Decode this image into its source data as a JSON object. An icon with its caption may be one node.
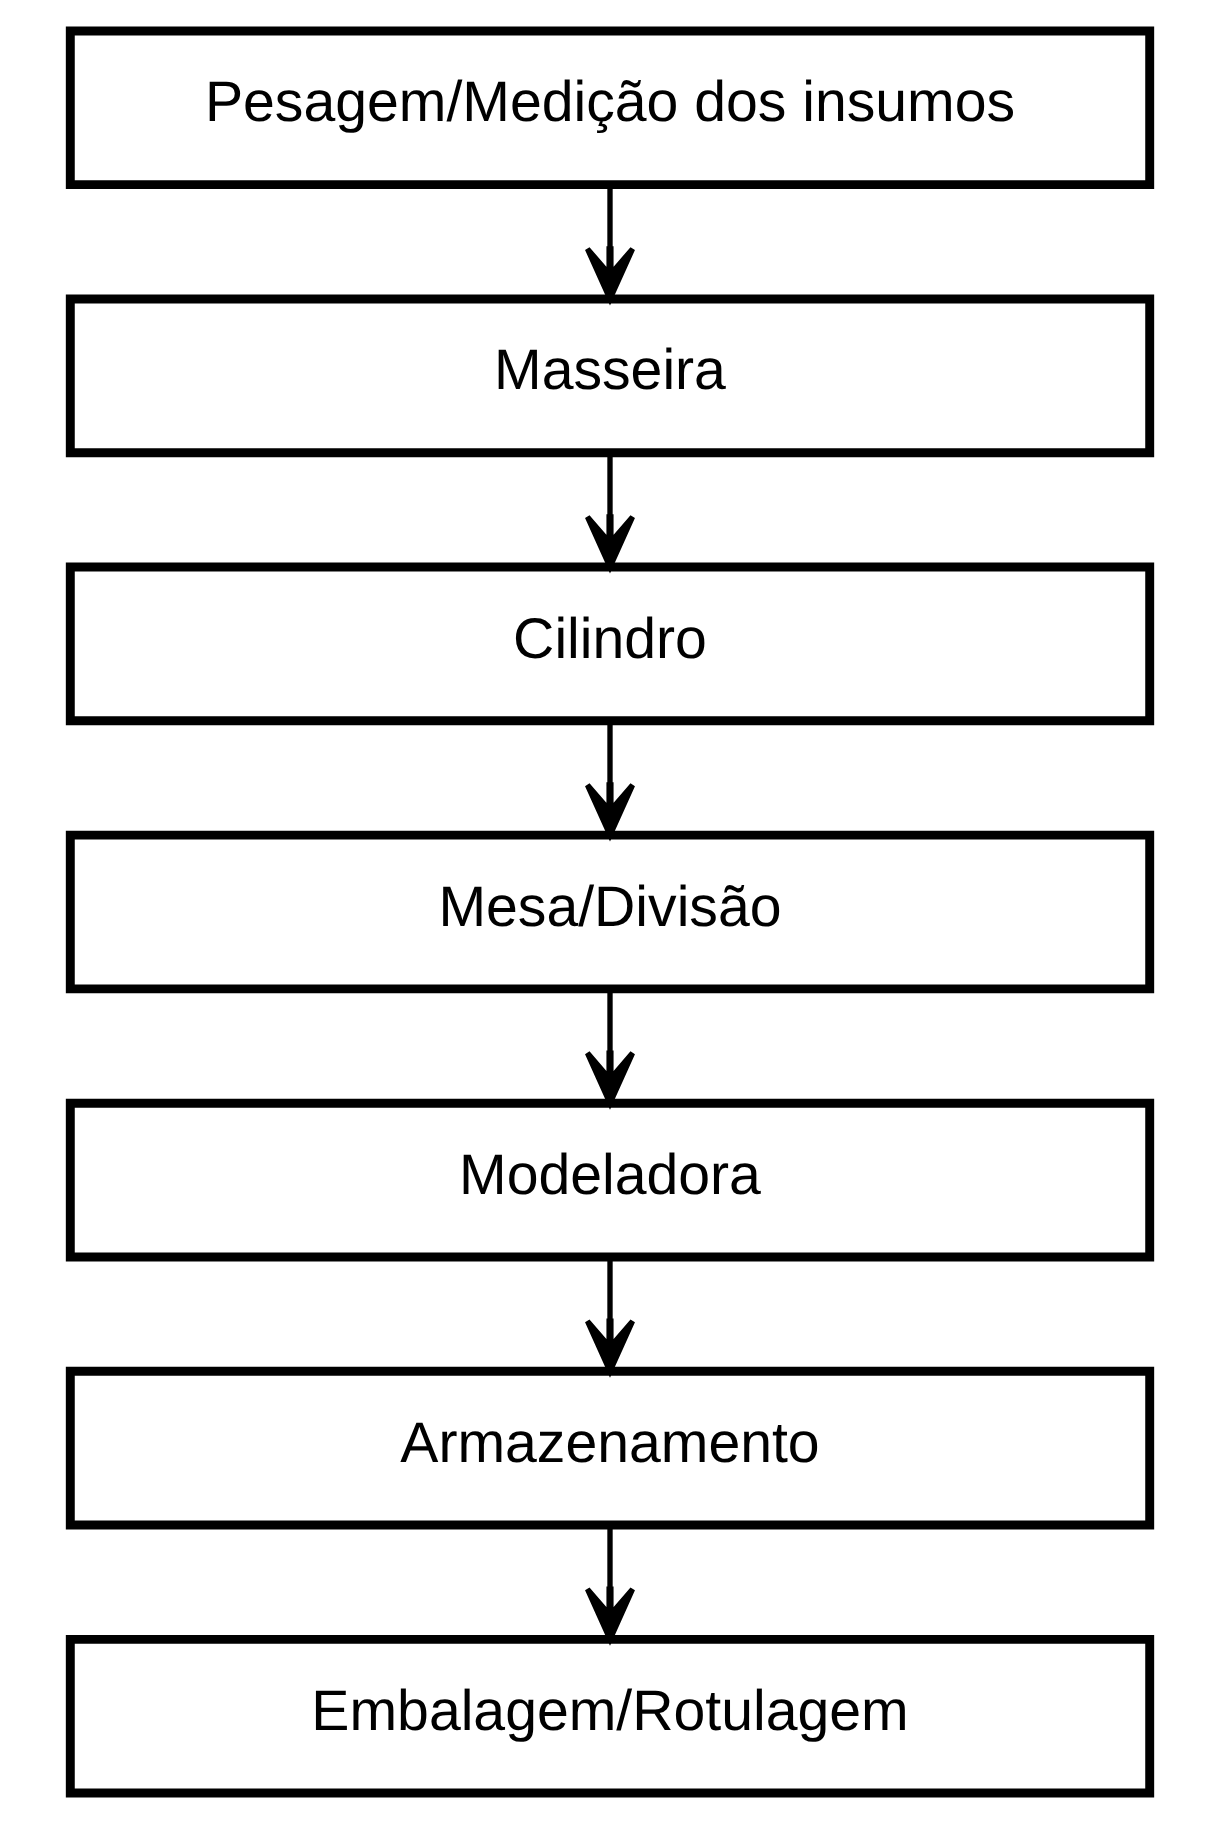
{
  "diagram": {
    "nodes": [
      {
        "text": [
          "Pesagem/Medição dos insumos"
        ]
      },
      {
        "text": [
          "Masseira"
        ]
      },
      {
        "text": [
          "Cilindro"
        ]
      },
      {
        "text": [
          "Mesa/Divisão"
        ]
      },
      {
        "text": [
          "Modeladora"
        ]
      },
      {
        "text": [
          "Armazenamento"
        ]
      },
      {
        "text": [
          "Embalagem/Rotulagem"
        ]
      }
    ],
    "edges": [
      {
        "from": 0,
        "to": 1,
        "arrow": "to"
      },
      {
        "from": 1,
        "to": 2,
        "arrow": "to"
      },
      {
        "from": 2,
        "to": 3,
        "arrow": "to"
      },
      {
        "from": 3,
        "to": 4,
        "arrow": "to"
      },
      {
        "from": 4,
        "to": 5,
        "arrow": "to"
      },
      {
        "from": 5,
        "to": 6,
        "arrow": "to"
      }
    ]
  }
}
